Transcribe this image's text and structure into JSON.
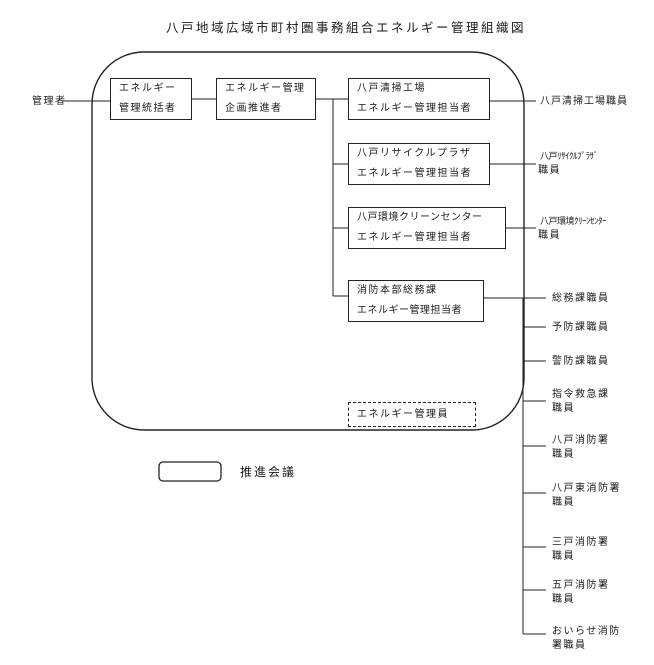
{
  "title": "八戸地域広域市町村圏事務組合エネルギー管理組織図",
  "manager": "管理者",
  "boxes": {
    "supervisor": {
      "line1": "エネルギー",
      "line2": "管理統括者"
    },
    "promoter": {
      "line1": "エネルギー管理",
      "line2": "企画推進者"
    },
    "seiso": {
      "line1": "八戸清掃工場",
      "line2": "エネルギー管理担当者"
    },
    "recycle": {
      "line1": "八戸リサイクルプラザ",
      "line2": "エネルギー管理担当者"
    },
    "kankyo": {
      "line1": "八戸環境クリーンセンター",
      "line2": "エネルギー管理担当者"
    },
    "shobo": {
      "line1": "消防本部総務課",
      "line2": "エネルギー管理担当者"
    },
    "manager_staff": "エネルギー管理員"
  },
  "staff": {
    "seiso": "八戸清掃工場職員",
    "recycle_line1": "八戸ﾘｻｲｸﾙﾌﾟﾗｻﾞ",
    "recycle_line2": "職員",
    "kankyo_line1": "八戸環境ｸﾘｰﾝｾﾝﾀｰ",
    "kankyo_line2": "職員"
  },
  "fire_departments": [
    {
      "line1": "総務課職員"
    },
    {
      "line1": "予防課職員"
    },
    {
      "line1": "警防課職員"
    },
    {
      "line1": "指令救急課",
      "line2": "職員"
    },
    {
      "line1": "八戸消防署",
      "line2": "職員"
    },
    {
      "line1": "八戸東消防署",
      "line2": "職員"
    },
    {
      "line1": "三戸消防署",
      "line2": "職員"
    },
    {
      "line1": "五戸消防署",
      "line2": "職員"
    },
    {
      "line1": "おいらせ消防",
      "line2": "署職員"
    }
  ],
  "legend": {
    "label": "推進会議"
  }
}
